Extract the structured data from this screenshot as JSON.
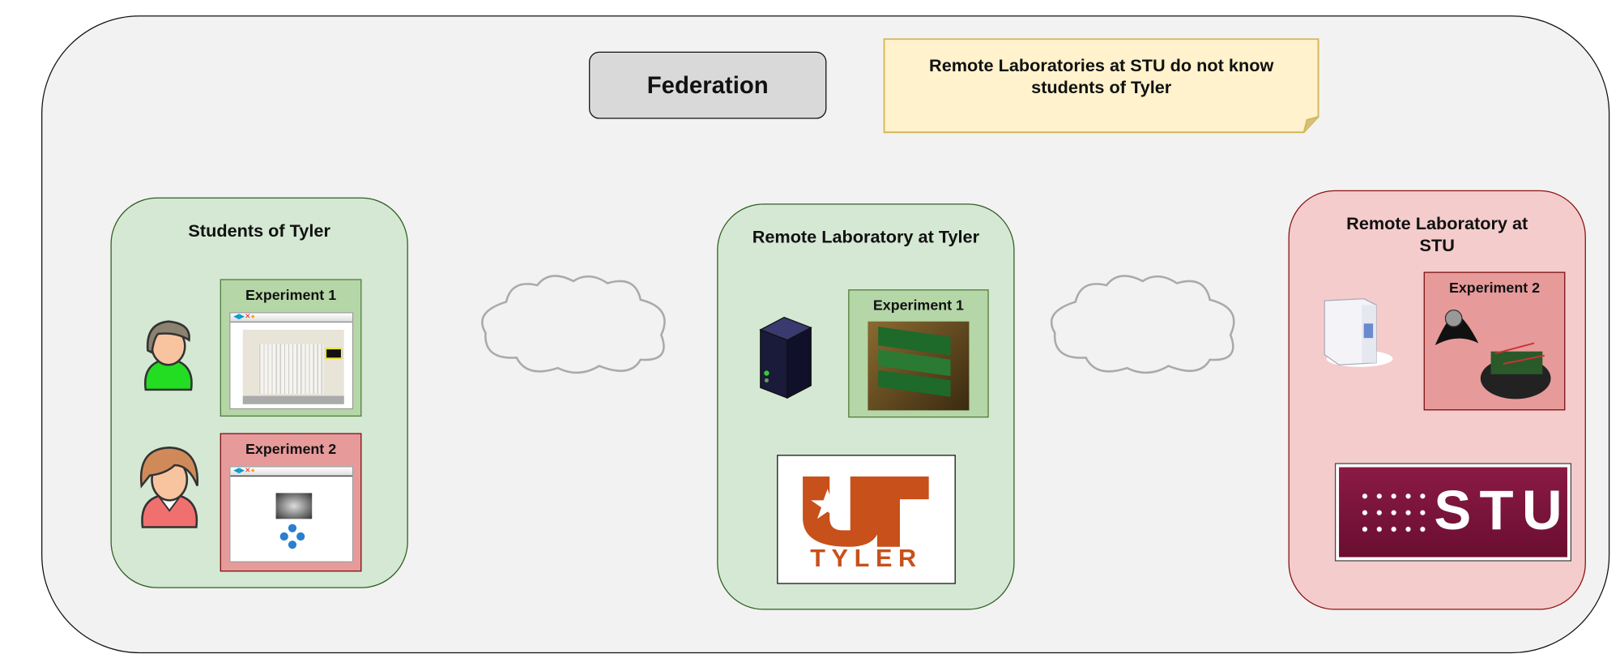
{
  "federation": {
    "label": "Federation"
  },
  "note": {
    "lines": [
      "Remote Laboratories at STU do not know",
      "students of Tyler"
    ],
    "fill": "#fff2cc",
    "border": "#d6b656"
  },
  "students": {
    "title": "Students of Tyler",
    "experiments": [
      {
        "label": "Experiment 1",
        "icon": "breadboard-screenshot"
      },
      {
        "label": "Experiment 2",
        "icon": "robot-camera-screenshot"
      }
    ],
    "users": [
      {
        "icon": "student-male-icon"
      },
      {
        "icon": "student-female-icon"
      }
    ]
  },
  "lab_tyler": {
    "title": "Remote Laboratory at Tyler",
    "experiment": {
      "label": "Experiment 1"
    },
    "logo": {
      "top": "UT",
      "bottom": "TYLER",
      "color": "#c8501a"
    }
  },
  "lab_stu": {
    "title_lines": [
      "Remote Laboratory at",
      "STU"
    ],
    "experiment": {
      "label": "Experiment 2"
    },
    "logo": {
      "text": "STU",
      "color": "#7b1238"
    }
  },
  "colors": {
    "green_group": "#d5e8d4",
    "red_group": "#f4cccc",
    "container": "#f2f2f2"
  }
}
